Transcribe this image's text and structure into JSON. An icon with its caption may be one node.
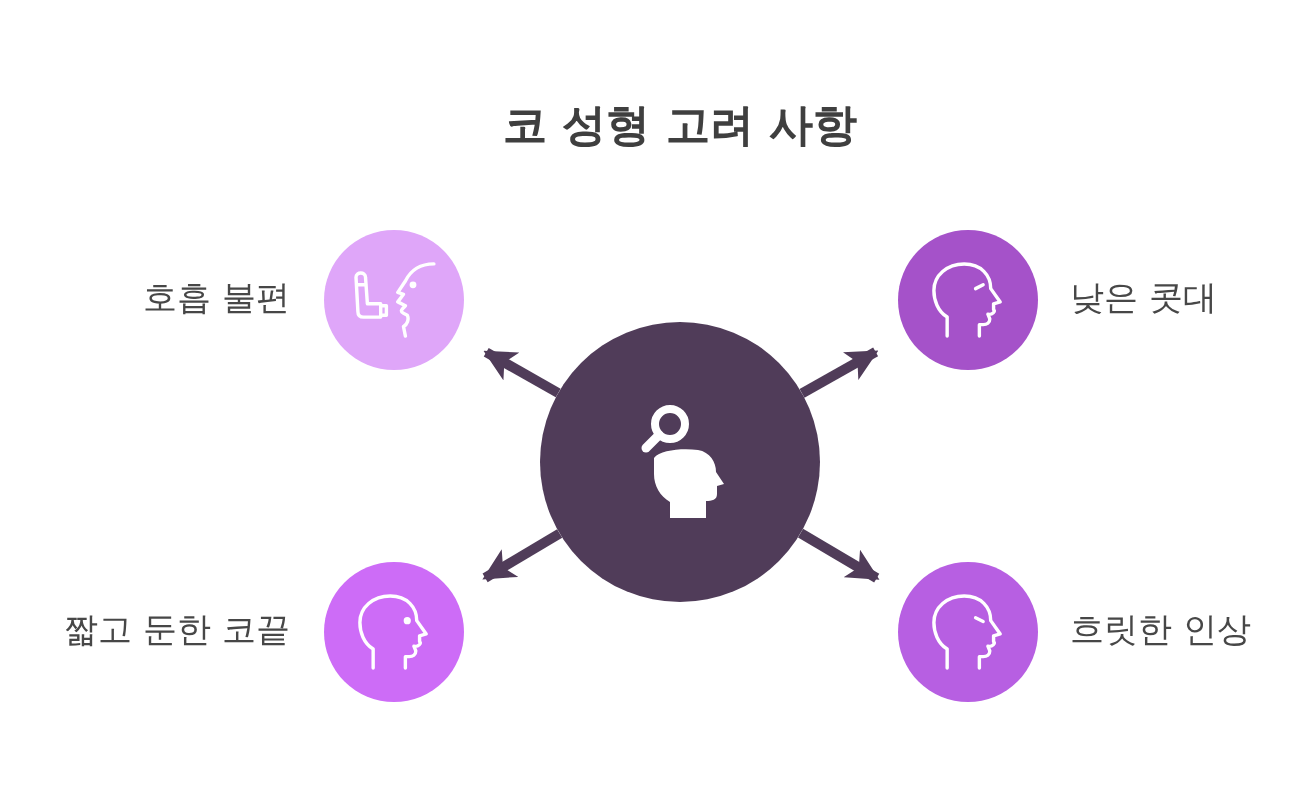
{
  "diagram": {
    "title": "코 성형 고려 사항",
    "nodes": [
      {
        "text": [],
        "shape": "circle",
        "beside": [
          "호흡 불편"
        ]
      },
      {
        "text": [],
        "shape": "circle",
        "beside": [
          "낮은 콧대"
        ]
      },
      {
        "text": [],
        "shape": "circle"
      },
      {
        "text": [],
        "shape": "circle",
        "beside": [
          "짧고 둔한 코끝"
        ]
      },
      {
        "text": [],
        "shape": "circle",
        "beside": [
          "흐릿한 인상"
        ]
      }
    ],
    "edges": [
      {
        "from": 2,
        "to": 0,
        "arrow": "to"
      },
      {
        "from": 2,
        "to": 1,
        "arrow": "to"
      },
      {
        "from": 2,
        "to": 3,
        "arrow": "to"
      },
      {
        "from": 2,
        "to": 4,
        "arrow": "to"
      }
    ]
  }
}
